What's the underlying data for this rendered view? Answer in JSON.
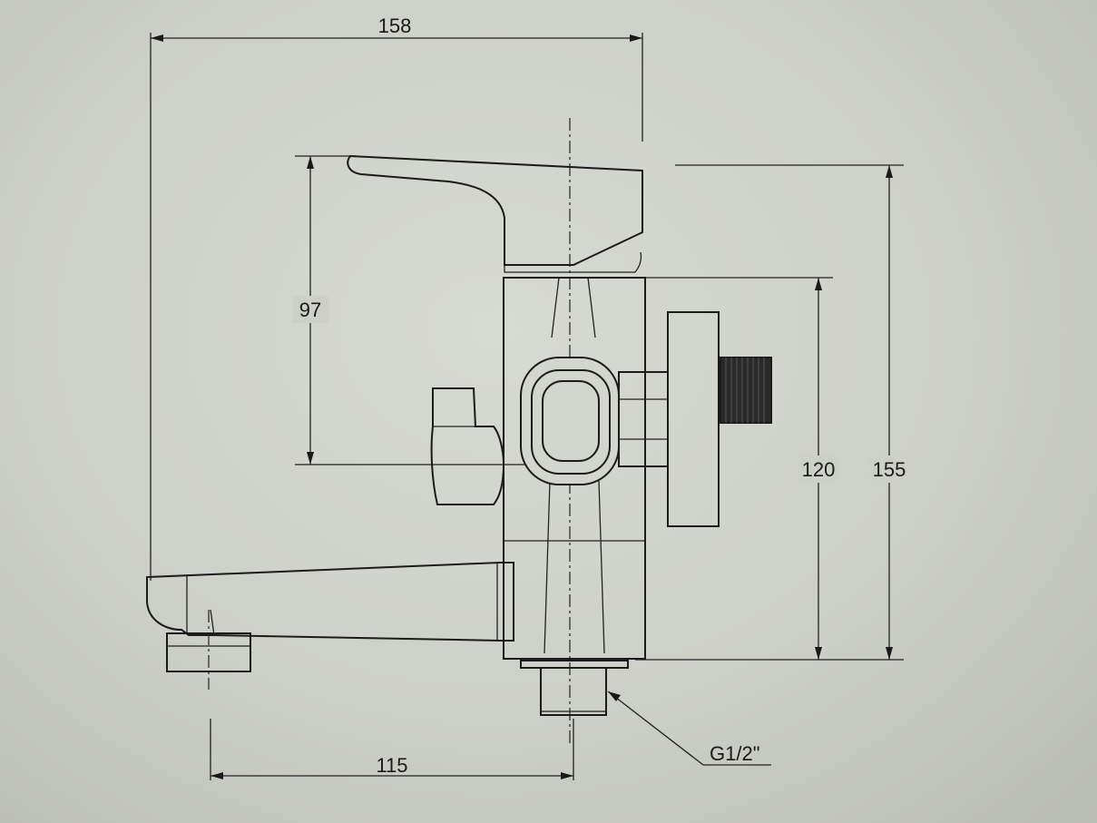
{
  "drawing": {
    "dimensions": {
      "overall_width": "158",
      "handle_height": "97",
      "body_height": "120",
      "overall_height": "155",
      "spout_reach": "115",
      "inlet_thread": "G1/2\""
    },
    "colors": {
      "background": "#cdd0c8",
      "lines": "#1b1b1b"
    }
  }
}
